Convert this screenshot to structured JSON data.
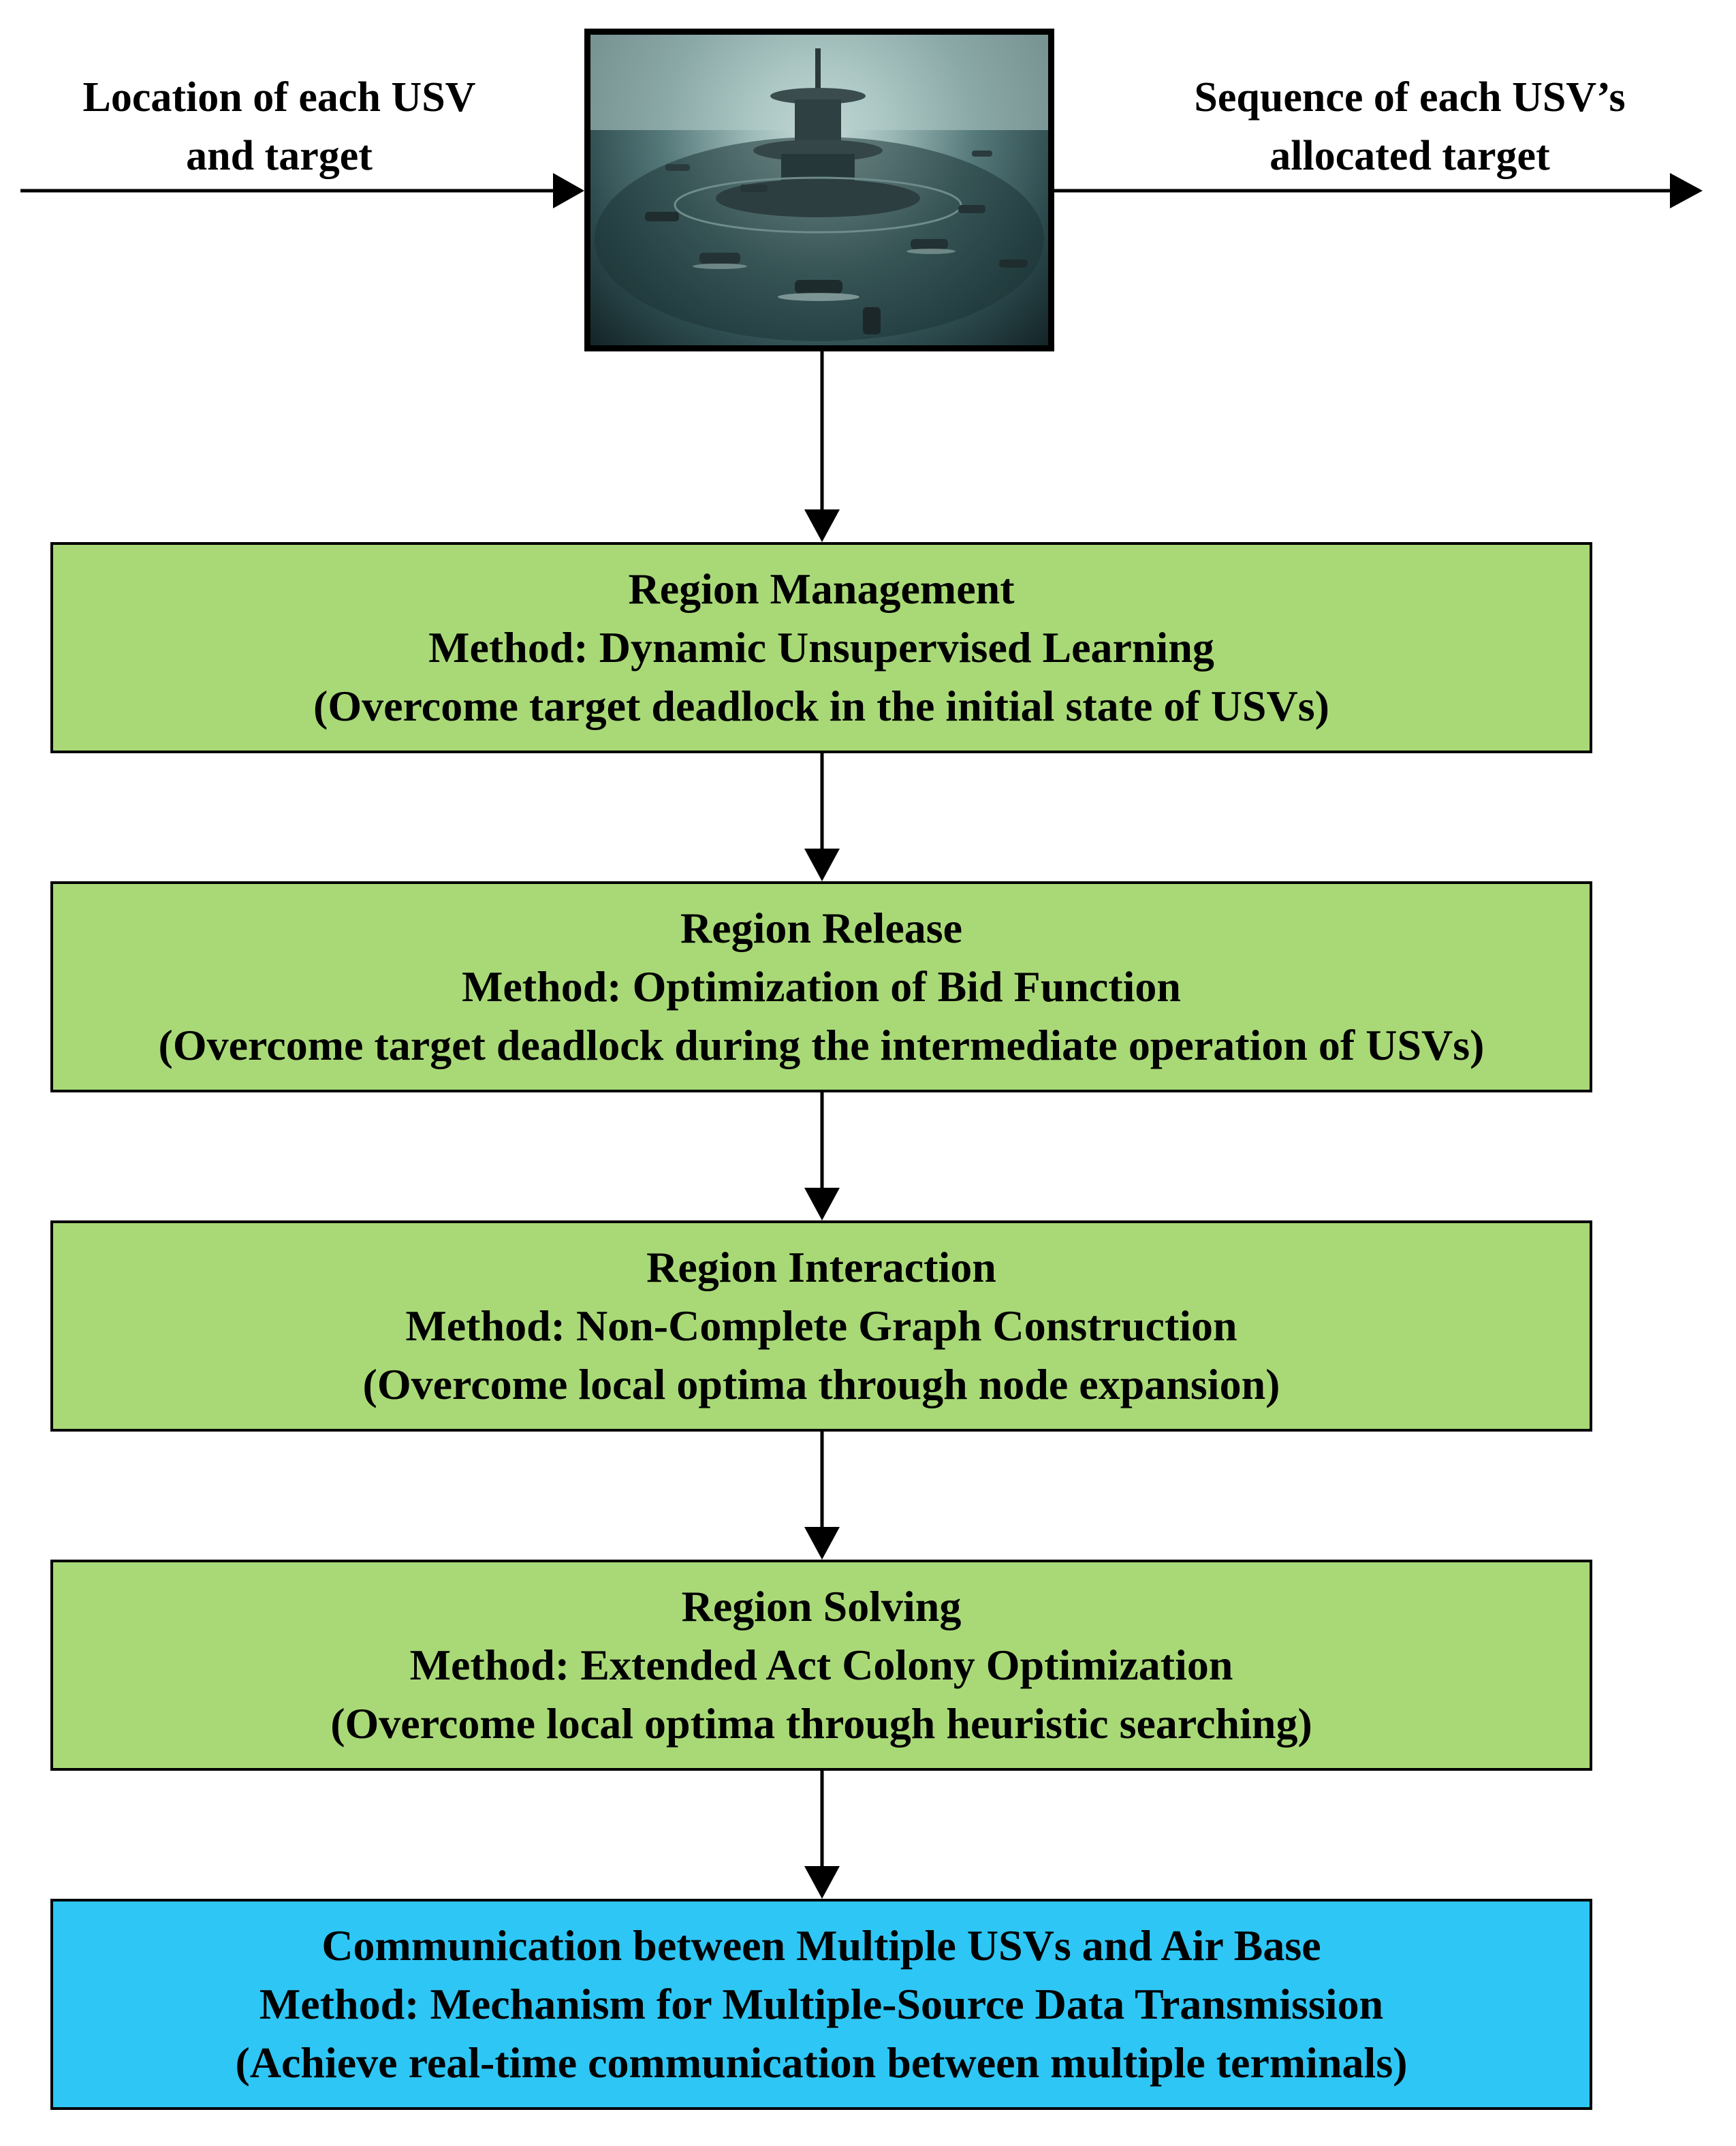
{
  "colors": {
    "step_fill": "#a9d977",
    "final_fill": "#2ec6f5",
    "line": "#000000"
  },
  "input": {
    "line1": "Location of each USV",
    "line2": "and target"
  },
  "output": {
    "line1": "Sequence of each USV’s",
    "line2": "allocated target"
  },
  "center_image": {
    "icon": "usv-fleet-ocean-illustration-icon"
  },
  "steps": [
    {
      "title": "Region Management",
      "method": "Method: Dynamic Unsupervised Learning",
      "note": "(Overcome target deadlock in the initial state of USVs)"
    },
    {
      "title": "Region Release",
      "method": "Method: Optimization of Bid Function",
      "note": "(Overcome target deadlock during the intermediate operation of USVs)"
    },
    {
      "title": "Region Interaction",
      "method": "Method:  Non-Complete Graph Construction",
      "note": "(Overcome local optima through node expansion)"
    },
    {
      "title": "Region Solving",
      "method": "Method:  Extended Act Colony Optimization",
      "note": "(Overcome local optima through heuristic searching)"
    },
    {
      "title": "Communication between Multiple USVs and Air Base",
      "method": "Method:  Mechanism for Multiple-Source Data Transmission",
      "note": "(Achieve real-time communication between multiple terminals)"
    }
  ]
}
